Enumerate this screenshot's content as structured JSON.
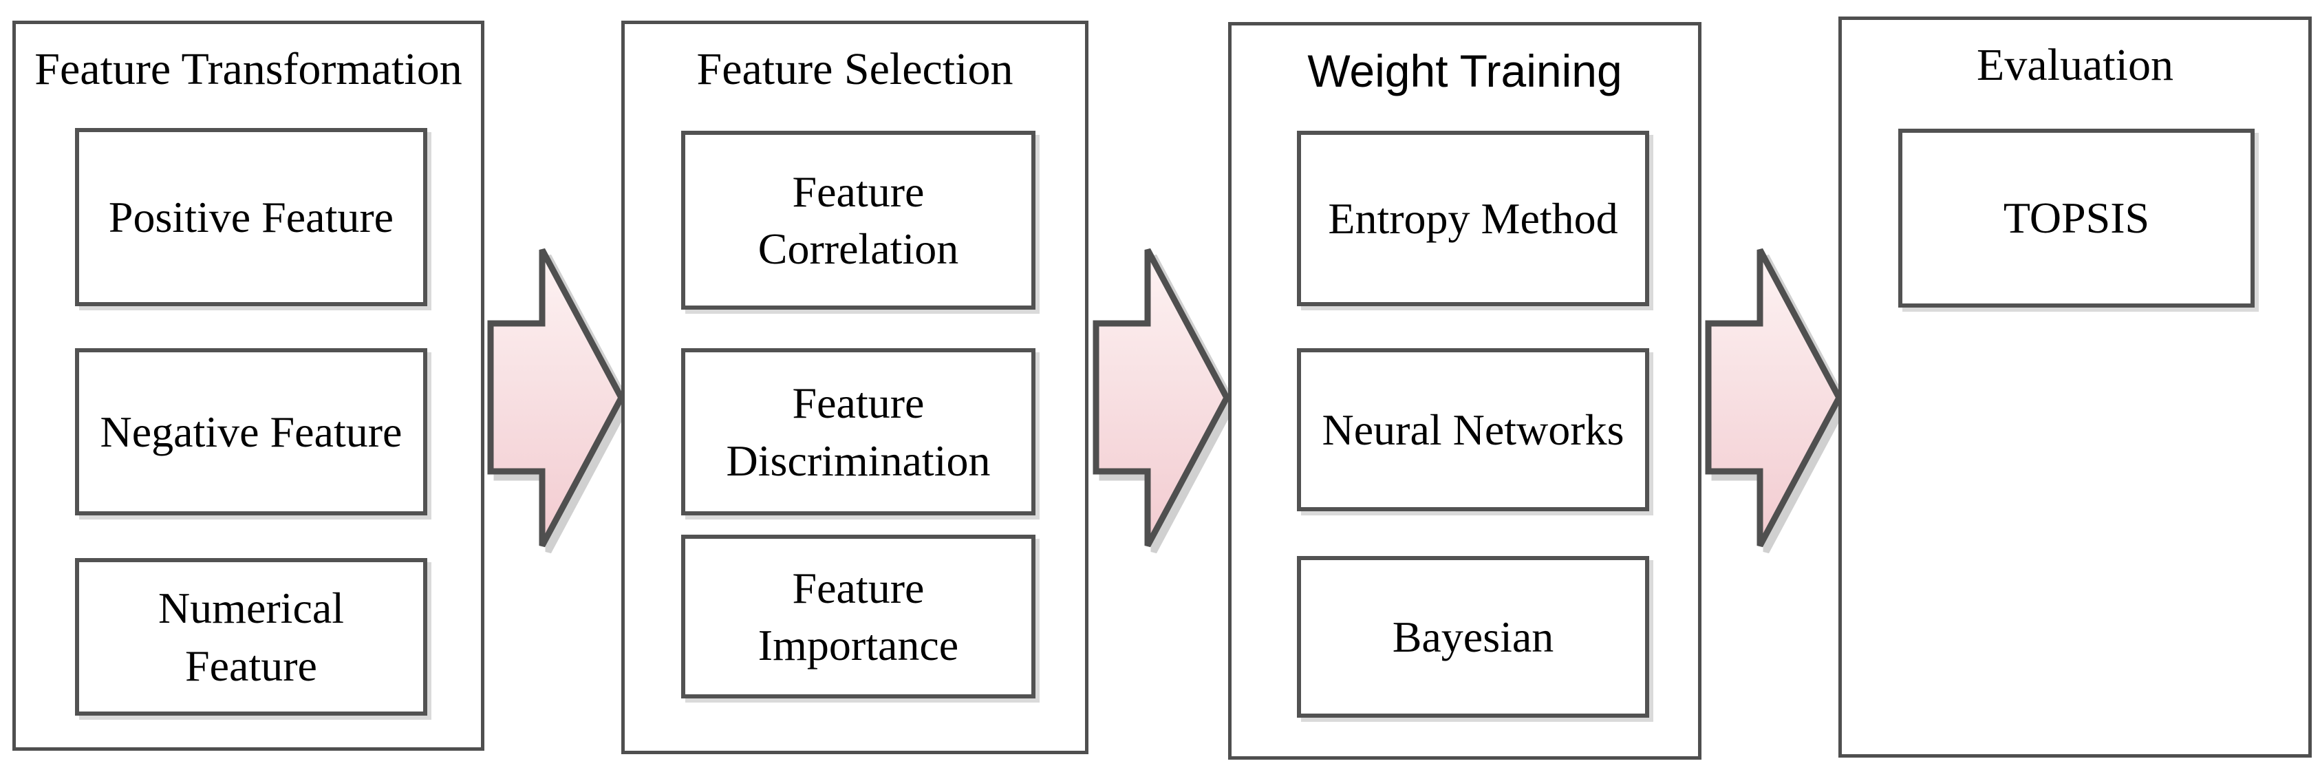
{
  "figure": {
    "columns": [
      {
        "title": "Feature Transformation",
        "boxes": [
          {
            "label": "Positive Feature"
          },
          {
            "label": "Negative Feature"
          },
          {
            "label": "Numerical\nFeature"
          }
        ]
      },
      {
        "title": "Feature Selection",
        "boxes": [
          {
            "label": "Feature\nCorrelation"
          },
          {
            "label": "Feature\nDiscrimination"
          },
          {
            "label": "Feature\nImportance"
          }
        ]
      },
      {
        "title": "Weight Training",
        "boxes": [
          {
            "label": "Entropy Method"
          },
          {
            "label": "Neural Networks"
          },
          {
            "label": "Bayesian"
          }
        ]
      },
      {
        "title": "Evaluation",
        "boxes": [
          {
            "label": "TOPSIS"
          }
        ]
      }
    ],
    "arrows": [
      {
        "name": "arrow-1",
        "direction": "right",
        "from": "Feature Transformation",
        "to": "Feature Selection"
      },
      {
        "name": "arrow-2",
        "direction": "right",
        "from": "Feature Selection",
        "to": "Weight Training"
      },
      {
        "name": "arrow-3",
        "direction": "right",
        "from": "Weight Training",
        "to": "Evaluation"
      }
    ],
    "colors": {
      "box_border": "#4f4f4f",
      "arrow_border": "#4f4f4f",
      "arrow_fill_top": "#fdf3f3",
      "arrow_fill_bottom": "#f2cbd0",
      "text": "#000000",
      "background": "#ffffff"
    }
  }
}
